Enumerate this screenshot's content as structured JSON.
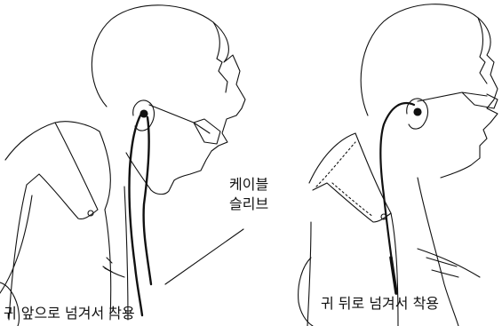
{
  "captions": {
    "left": "귀 앞으로 넘겨서 착용",
    "right": "귀 뒤로 넘겨서 착용"
  },
  "callout": {
    "line1": "케이블",
    "line2": "슬리브"
  }
}
